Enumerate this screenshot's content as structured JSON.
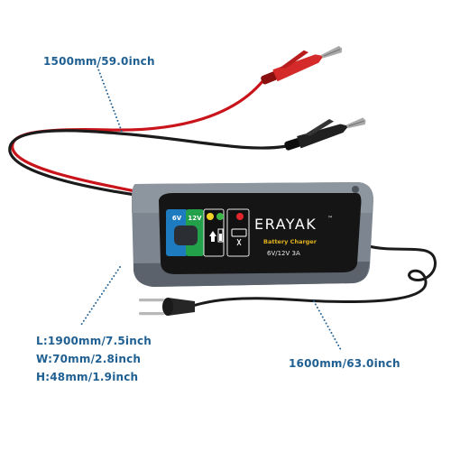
{
  "product": {
    "brand": "ERAYAK",
    "trademark": "™",
    "subtitle": "Battery Charger",
    "rating": "6V/12V 3A",
    "switch_labels": [
      "6V",
      "12V"
    ]
  },
  "annotations": {
    "clamp_cable_length": "1500mm/59.0inch",
    "power_cable_length": "1600mm/63.0inch",
    "dimension_length": "L:1900mm/7.5inch",
    "dimension_width": "W:70mm/2.8inch",
    "dimension_height": "H:48mm/1.9inch"
  },
  "colors": {
    "label_text": "#1f5f91",
    "leader_line": "#1f5f91",
    "housing": "#7d8590",
    "housing_dark": "#5b626b",
    "panel": "#151515",
    "cable_red": "#c8141a",
    "cable_black": "#1b1b1b",
    "switch_blue": "#1f7bc0",
    "switch_green": "#22a04a",
    "led_yellow": "#f2d024",
    "led_green": "#3cb648",
    "led_red": "#e3262b",
    "clamp_red": "#d42a2a",
    "clamp_black": "#202020"
  }
}
